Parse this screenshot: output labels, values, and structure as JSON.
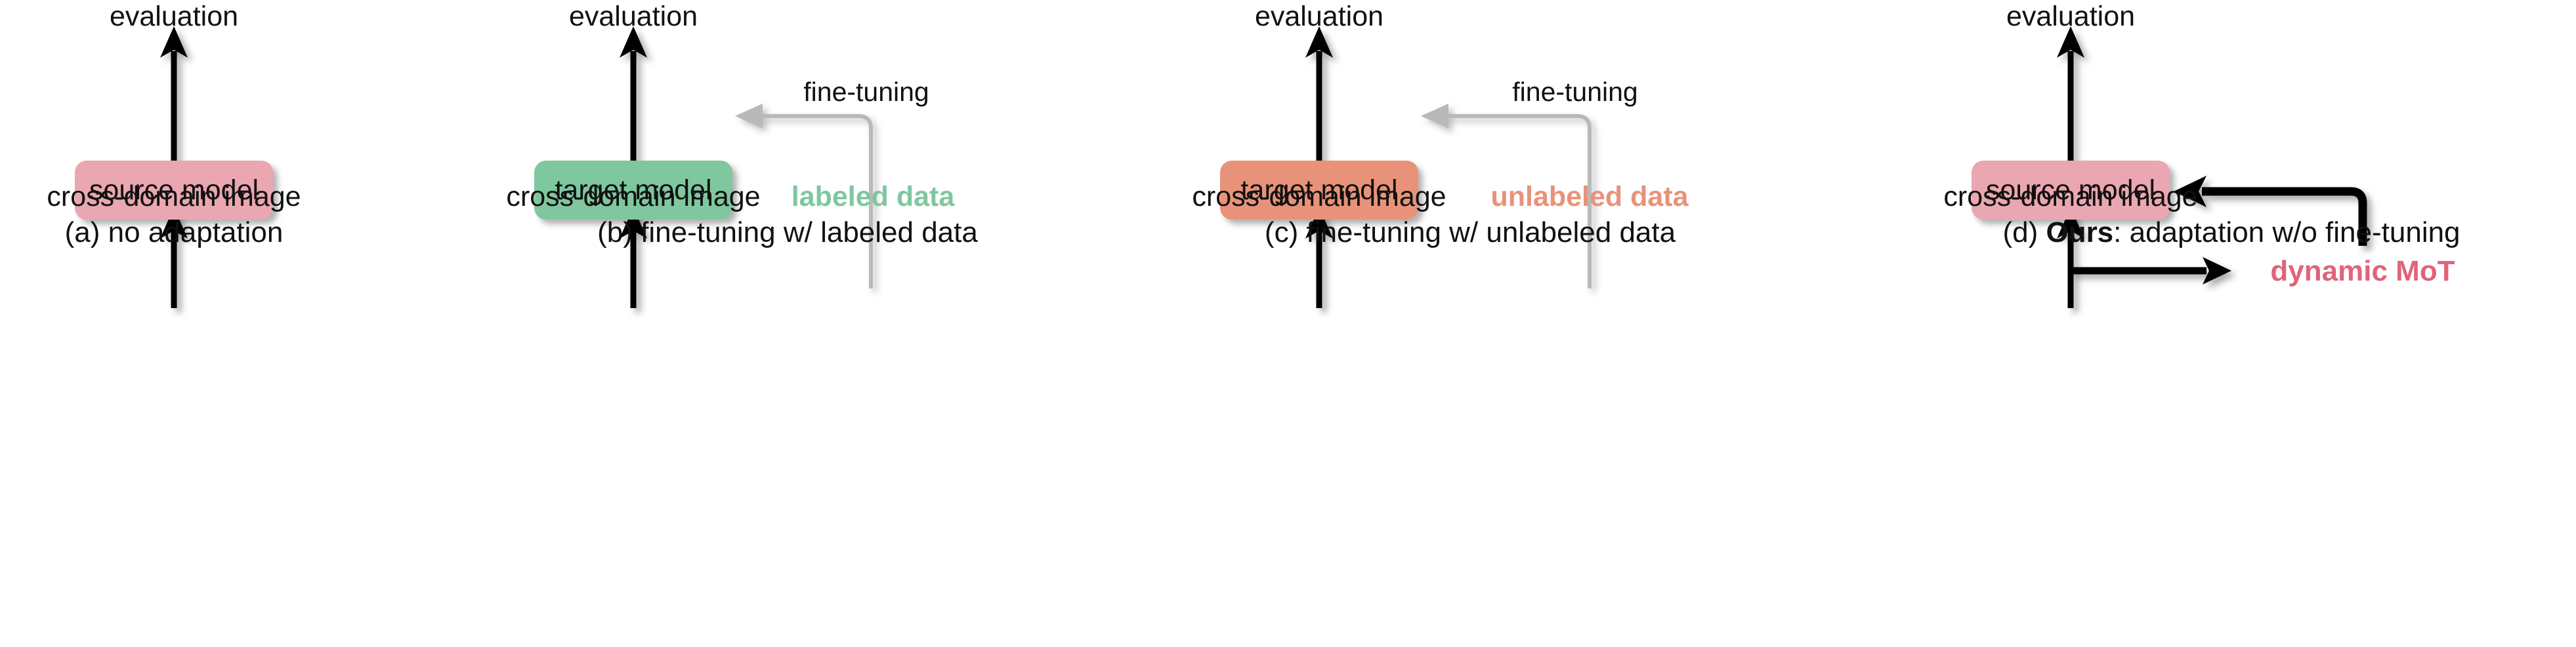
{
  "figure": {
    "accent_pink": "#eaa7b1",
    "accent_green": "#7fc79e",
    "accent_orange": "#e89379",
    "accent_mot": "#e0647a",
    "arrow_black": "#000000",
    "arrow_gray": "#9a9a9a"
  },
  "panels": [
    {
      "id": "a",
      "top_label": "evaluation",
      "box_label": "source model",
      "box_color_name": "pink",
      "bottom_label": "cross-domain image",
      "caption_prefix": "(a) ",
      "caption_bold": "",
      "caption_suffix": "no adaptation",
      "caption_full": "(a) no adaptation",
      "side_arrow_label": "",
      "data_label": ""
    },
    {
      "id": "b",
      "top_label": "evaluation",
      "box_label": "target model",
      "box_color_name": "green",
      "bottom_label": "cross-domain image",
      "caption_prefix": "(b) ",
      "caption_bold": "",
      "caption_suffix": "fine-tuning w/ labeled data",
      "caption_full": "(b) fine-tuning w/ labeled data",
      "side_arrow_label": "fine-tuning",
      "data_label": "labeled data"
    },
    {
      "id": "c",
      "top_label": "evaluation",
      "box_label": "target model",
      "box_color_name": "orange",
      "bottom_label": "cross-domain image",
      "caption_prefix": "(c) ",
      "caption_bold": "",
      "caption_suffix": "fine-tuning w/ unlabeled data",
      "caption_full": "(c) fine-tuning w/ unlabeled data",
      "side_arrow_label": "fine-tuning",
      "data_label": "unlabeled data"
    },
    {
      "id": "d",
      "top_label": "evaluation",
      "box_label": "source model",
      "box_color_name": "pink",
      "bottom_label": "cross-domain image",
      "caption_prefix": "(d) ",
      "caption_bold": "Ours",
      "caption_suffix": ": adaptation w/o fine-tuning",
      "caption_full": "(d) Ours: adaptation w/o fine-tuning",
      "side_arrow_label": "",
      "data_label": "dynamic MoT"
    }
  ]
}
